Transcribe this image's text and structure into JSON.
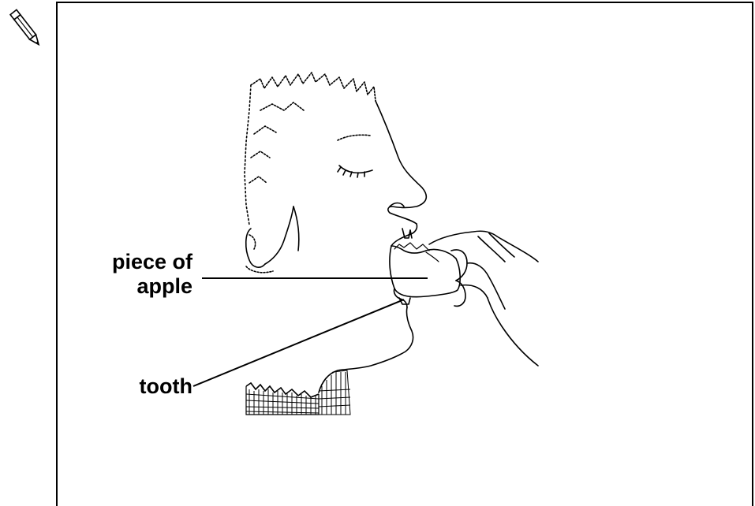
{
  "labels": {
    "apple_line1": "piece of",
    "apple_line2": "apple",
    "tooth": "tooth"
  },
  "icons": {
    "corner": "pencil-icon"
  },
  "colors": {
    "ink": "#000000",
    "background": "#ffffff"
  }
}
